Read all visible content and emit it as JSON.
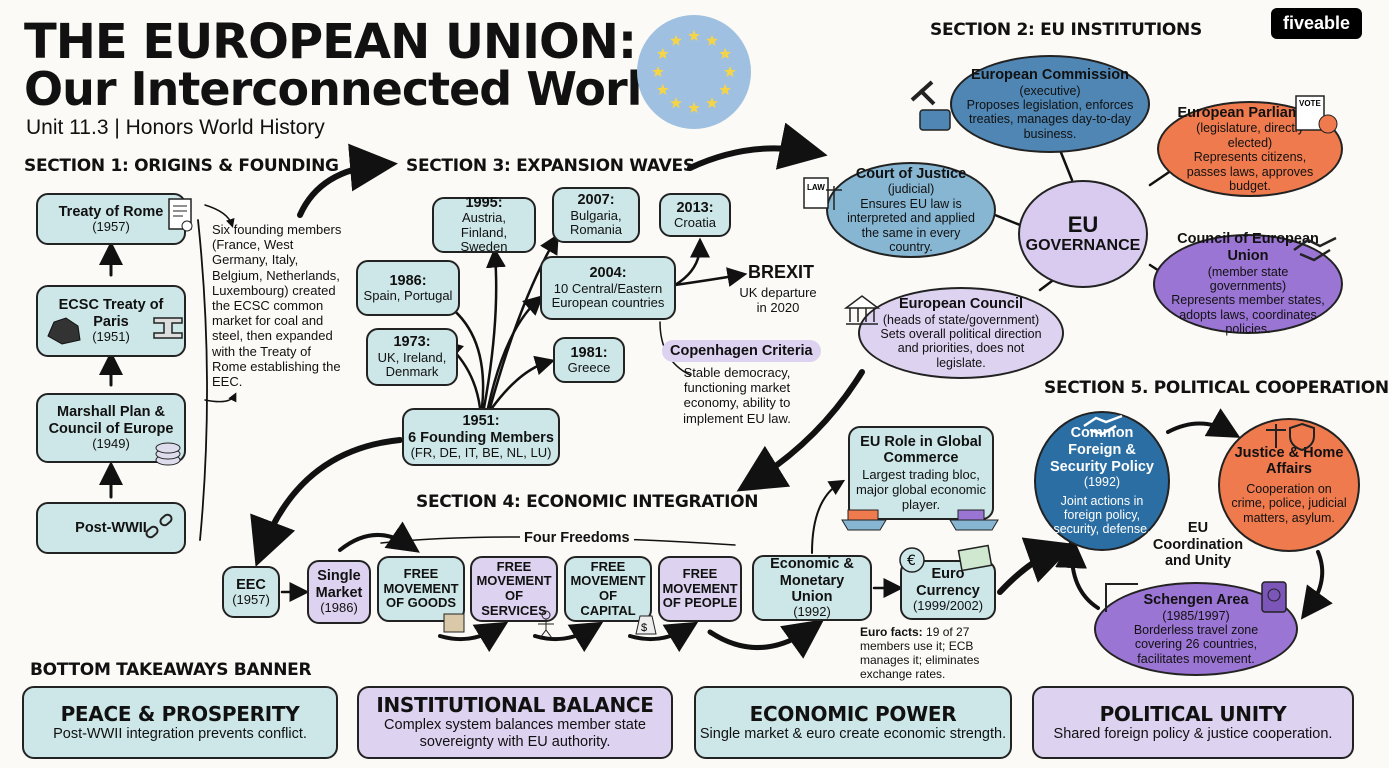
{
  "header": {
    "title_line1": "THE EUROPEAN UNION:",
    "title_line2": "Our Interconnected World",
    "subtitle": "Unit 11.3 | Honors World History",
    "logo": "fiveable"
  },
  "section1": {
    "heading": "SECTION 1: ORIGINS & FOUNDING",
    "boxes": [
      {
        "title": "Treaty of Rome",
        "sub": "(1957)"
      },
      {
        "title": "ECSC Treaty of Paris",
        "sub": "(1951)"
      },
      {
        "title": "Marshall Plan & Council of Europe",
        "sub": "(1949)"
      },
      {
        "title": "Post-WWII",
        "sub": ""
      }
    ],
    "note": "Six founding members (France, West Germany, Italy, Belgium, Netherlands, Luxembourg) created the ECSC common market for coal and steel, then expanded with the Treaty of Rome establishing the EEC."
  },
  "section3": {
    "heading": "SECTION 3: EXPANSION WAVES",
    "waves": [
      {
        "year": "1995:",
        "desc": "Austria, Finland, Sweden"
      },
      {
        "year": "2007:",
        "desc": "Bulgaria, Romania"
      },
      {
        "year": "2013:",
        "desc": "Croatia"
      },
      {
        "year": "1986:",
        "desc": "Spain, Portugal"
      },
      {
        "year": "2004:",
        "desc": "10 Central/Eastern European countries"
      },
      {
        "year": "1973:",
        "desc": "UK, Ireland, Denmark"
      },
      {
        "year": "1981:",
        "desc": "Greece"
      },
      {
        "year": "1951:",
        "title2": "6 Founding Members",
        "desc": "(FR, DE, IT, BE, NL, LU)"
      }
    ],
    "brexit_title": "BREXIT",
    "brexit_desc": "UK departure in 2020",
    "copenhagen_title": "Copenhagen Criteria",
    "copenhagen_desc": "Stable democracy, functioning market economy, ability to implement EU law."
  },
  "section2": {
    "heading": "SECTION 2: EU INSTITUTIONS",
    "center": {
      "line1": "EU",
      "line2": "GOVERNANCE"
    },
    "institutions": [
      {
        "name": "European Commission",
        "role": "(executive)",
        "desc": "Proposes legislation, enforces treaties, manages day-to-day business."
      },
      {
        "name": "European Parliament",
        "role": "(legislature, directly elected)",
        "desc": "Represents citizens, passes laws, approves budget."
      },
      {
        "name": "Court of Justice",
        "role": "(judicial)",
        "desc": "Ensures EU law is interpreted and applied the same in every country."
      },
      {
        "name": "Council of European Union",
        "role": "(member state governments)",
        "desc": "Represents member states, adopts laws, coordinates policies."
      },
      {
        "name": "European Council",
        "role": "(heads of state/government)",
        "desc": "Sets overall political direction and priorities, does not legislate."
      }
    ],
    "icon_labels": {
      "law": "LAW",
      "vote": "VOTE"
    }
  },
  "section4": {
    "heading": "SECTION 4: ECONOMIC INTEGRATION",
    "four_freedoms": "Four Freedoms",
    "eec": {
      "title": "EEC",
      "sub": "(1957)"
    },
    "single_market": {
      "title": "Single Market",
      "sub": "(1986)"
    },
    "freedoms": [
      "FREE MOVEMENT OF GOODS",
      "FREE MOVEMENT OF SERVICES",
      "FREE MOVEMENT OF CAPITAL",
      "FREE MOVEMENT OF PEOPLE"
    ],
    "emu": {
      "title": "Economic & Monetary Union",
      "sub": "(1992)"
    },
    "euro": {
      "title": "Euro Currency",
      "sub": "(1999/2002)"
    },
    "euro_facts_label": "Euro facts:",
    "euro_facts": " 19 of 27 members use it; ECB manages it; eliminates exchange rates.",
    "commerce": {
      "title": "EU Role in Global Commerce",
      "desc": "Largest trading bloc, major global economic player."
    }
  },
  "section5": {
    "heading": "SECTION 5. POLITICAL COOPERATION",
    "cfsp": {
      "title": "Common Foreign & Security Policy",
      "sub": "(1992)",
      "desc": "Joint actions in foreign policy, security, defense."
    },
    "jha": {
      "title": "Justice & Home Affairs",
      "desc": "Cooperation on crime, police, judicial matters, asylum."
    },
    "schengen": {
      "title": "Schengen Area",
      "sub": "(1985/1997)",
      "desc": "Borderless travel zone covering 26 countries, facilitates movement."
    },
    "center": "EU Coordination and Unity"
  },
  "takeaways": {
    "heading": "BOTTOM TAKEAWAYS BANNER",
    "items": [
      {
        "title": "PEACE & PROSPERITY",
        "desc": "Post-WWII integration prevents conflict."
      },
      {
        "title": "INSTITUTIONAL BALANCE",
        "desc": "Complex system balances member state sovereignty with EU authority."
      },
      {
        "title": "ECONOMIC POWER",
        "desc": "Single market & euro create economic strength."
      },
      {
        "title": "POLITICAL UNITY",
        "desc": "Shared foreign policy & justice cooperation."
      }
    ]
  },
  "colors": {
    "teal": "#cde7e8",
    "purple": "#ddd2f0",
    "eu_blue": "#2b6ea3",
    "orange": "#ef7a4d",
    "violet": "#9b75d4"
  }
}
